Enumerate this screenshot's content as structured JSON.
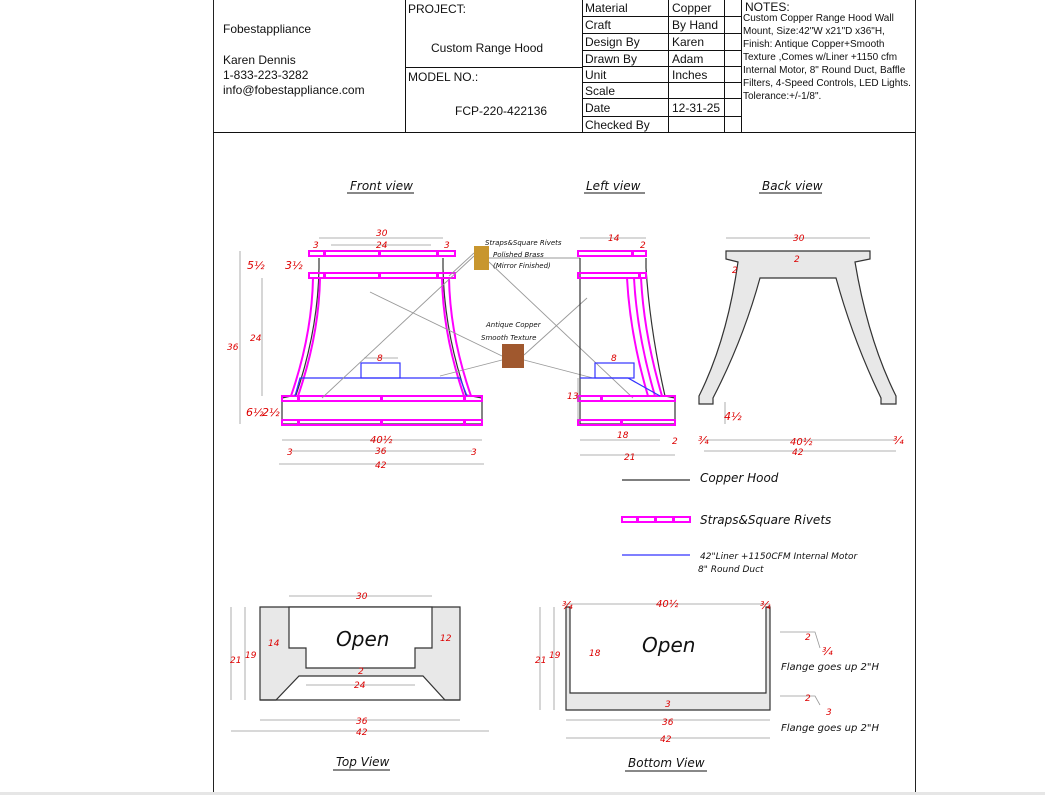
{
  "company": {
    "name": "Fobestappliance",
    "contact_name": "Karen Dennis",
    "phone": "1-833-223-3282",
    "email": "info@fobestappliance.com"
  },
  "project": {
    "label": "PROJECT:",
    "value": "Custom Range Hood",
    "model_label": "MODEL NO.:",
    "model_value": "FCP-220-422136"
  },
  "specs": [
    {
      "label": "Material",
      "value": "Copper"
    },
    {
      "label": "Craft",
      "value": "By Hand"
    },
    {
      "label": "Design By",
      "value": "Karen"
    },
    {
      "label": "Drawn By",
      "value": "Adam"
    },
    {
      "label": "Unit",
      "value": "Inches"
    },
    {
      "label": "Scale",
      "value": ""
    },
    {
      "label": "Date",
      "value": "12-31-25"
    },
    {
      "label": "Checked By",
      "value": ""
    }
  ],
  "notes": {
    "title": "NOTES:",
    "text": "Custom Copper Range Hood Wall Mount, Size:42\"W x21\"D x36\"H, Finish: Antique Copper+Smooth Texture ,Comes w/Liner +1150 cfm Internal Motor, 8\" Round Duct, Baffle Filters, 4-Speed Controls, LED Lights. Tolerance:+/-1/8\"."
  },
  "views": {
    "front": "Front view",
    "left": "Left view",
    "back": "Back view",
    "top": "Top View",
    "bottom": "Bottom View",
    "open": "Open"
  },
  "callouts": {
    "straps_title": "Straps&Square Rivets",
    "straps_finish1": "Polished Brass",
    "straps_finish2": "(Mirror Finished)",
    "copper_title": "Antique Copper",
    "copper_finish": "Smooth Texture"
  },
  "legend": {
    "hood": "Copper Hood",
    "straps": "Straps&Square Rivets",
    "liner1": "42\"Liner +1150CFM Internal Motor",
    "liner2": "8\" Round Duct"
  },
  "flange_note": "Flange goes up 2\"H",
  "dims": {
    "front": {
      "top_w": "30",
      "inner_w": "24",
      "side": "3",
      "h_total": "36",
      "h_mid": "24",
      "h_top": "5½",
      "h_top2": "3½",
      "h_bot1": "6½",
      "h_bot2": "2½",
      "duct": "8",
      "w_mid": "40½",
      "w_in": "36",
      "w_out": "42"
    },
    "left": {
      "top": "14",
      "side": "2",
      "duct": "8",
      "h": "13",
      "d1": "18",
      "d2": "21"
    },
    "back": {
      "w": "30",
      "t": "2",
      "h": "4½",
      "f": "¾",
      "b1": "40½",
      "b2": "42"
    },
    "top": {
      "w": "30",
      "d1": "14",
      "d2": "12",
      "h1": "21",
      "h2": "19",
      "t": "2",
      "w2": "24",
      "w3": "36",
      "w4": "42"
    },
    "bottom": {
      "f": "¾",
      "w": "40½",
      "h1": "21",
      "h2": "19",
      "h3": "18",
      "t": "3",
      "w3": "36",
      "w4": "42",
      "s1": "2",
      "s2": "¾",
      "s3": "3"
    }
  },
  "colors": {
    "straps": "#ff00ff",
    "dimension": "#dd0000",
    "liner": "#3333ff",
    "line": "#222222"
  }
}
